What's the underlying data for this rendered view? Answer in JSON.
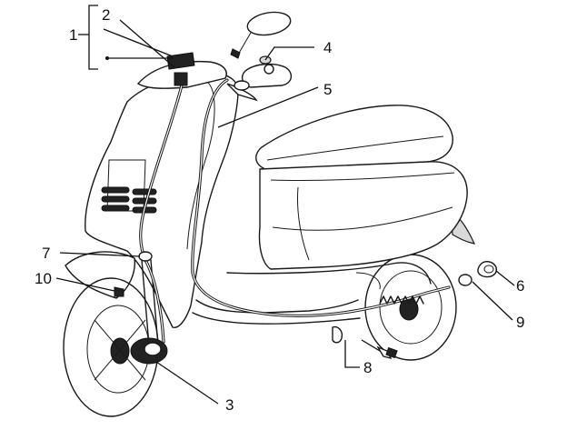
{
  "diagram": {
    "part_labels": [
      "1",
      "2",
      "3",
      "4",
      "5",
      "6",
      "7",
      "8",
      "9",
      "10"
    ]
  }
}
